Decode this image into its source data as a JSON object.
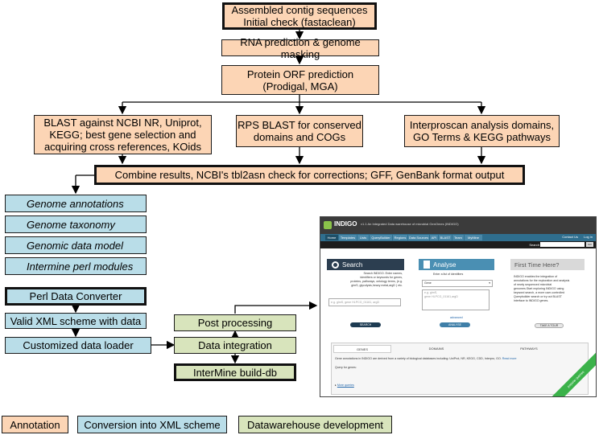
{
  "pipeline": {
    "assembled": [
      "Assembled contig sequences",
      "Initial check (fastaclean)"
    ],
    "rna": "RNA prediction & genome masking",
    "orf": [
      "Protein ORF prediction",
      "(Prodigal, MGA)"
    ],
    "blast": [
      "BLAST against NCBI NR, Uniprot,",
      "KEGG; best gene selection and",
      "acquiring cross references, KOids"
    ],
    "rps": [
      "RPS BLAST for conserved",
      "domains and COGs"
    ],
    "interpro": [
      "Interproscan analysis domains,",
      "GO Terms & KEGG pathways"
    ],
    "combine": "Combine results, NCBI's tbl2asn check for corrections; GFF, GenBank format output"
  },
  "conversion": {
    "items": [
      "Genome annotations",
      "Genome taxonomy",
      "Genomic data model",
      "Intermine perl modules"
    ],
    "perl_converter": "Perl Data Converter",
    "valid_xml": "Valid XML scheme with data",
    "loader": "Customized data loader"
  },
  "warehouse": {
    "post": "Post processing",
    "integration": "Data integration",
    "build": "InterMine build-db"
  },
  "screenshot": {
    "title": "INDIGO",
    "subtitle": "v1.1  An Integrated Data warehouse of microbial GenOmes (INDIGO)",
    "nav": [
      "Home",
      "Templates",
      "Lists",
      "QueryBuilder",
      "Regions",
      "Data Sources",
      "API",
      "BLAST",
      "Team",
      "MyMine"
    ],
    "nav_right": [
      "Contact Us",
      "Log in"
    ],
    "search_label": "Search",
    "go": "GO",
    "search_panel": {
      "title": "Search",
      "text": [
        "Search INDIGO. Enter names,",
        "identifiers or keywords for genes,",
        "proteins, pathways, ontology terms, (e.g.",
        "glmS, glycolysis,heavy metal,argD ) etc."
      ],
      "placeholder": "e.g. glmS, gene HLPCG_01161, argD",
      "button": "SEARCH"
    },
    "analyse_panel": {
      "title": "Analyse",
      "text": [
        "Enter a list of identifiers"
      ],
      "select": "Gene",
      "placeholder": [
        "e.g. glmS,",
        "gene HLPCG_01161,argD"
      ],
      "advanced": "advanced",
      "button": "ANALYSE"
    },
    "first_panel": {
      "title": "First Time Here?",
      "text": [
        "INDIGO enables the integration of",
        "annotations for the exploration and analysis",
        "of newly sequenced microbial",
        "genomes.Start exploring INDIGO using",
        "keyword search, a more user-controlled",
        "Querybuilder search or try out BLAST",
        "interface to INDIGO genes."
      ],
      "button": "TAKE A TOUR"
    },
    "tabs": [
      "GENES",
      "DOMAINS",
      "PATHWAYS"
    ],
    "genes_text": "Gene annotations in INDIGO are derived from a variety of biological databases including: UniProt, NR, KEGG, CDD, Interpro, GO.",
    "read_more": "Read more",
    "query_for": "Query for genes:",
    "more_queries": "More queries",
    "ribbon": "popular queries"
  },
  "legend": [
    "Annotation",
    "Conversion into XML scheme",
    "Datawarehouse development"
  ],
  "colors": {
    "annotation": "#fcd5b5",
    "conversion": "#b9dde8",
    "datawarehouse": "#d8e4bc"
  }
}
